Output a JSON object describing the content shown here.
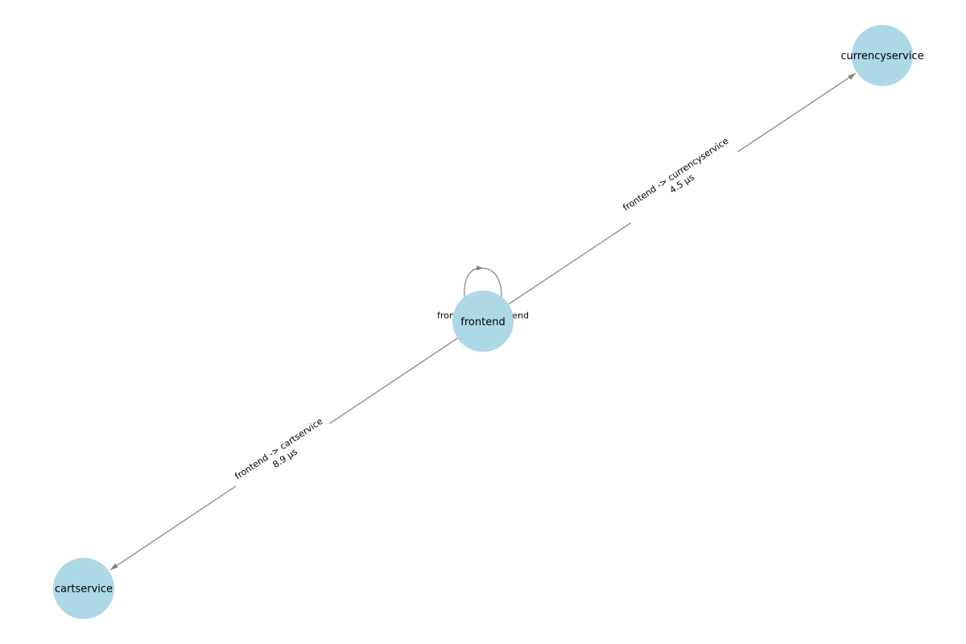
{
  "graph": {
    "colors": {
      "node_fill": "#add8e6",
      "edge": "#808080",
      "label": "#000000"
    },
    "nodes": [
      {
        "id": "currencyservice",
        "label": "currencyservice"
      },
      {
        "id": "frontend",
        "label": "frontend"
      },
      {
        "id": "cartservice",
        "label": "cartservice"
      }
    ],
    "edges": [
      {
        "id": "frontend-currencyservice",
        "source": "frontend",
        "target": "currencyservice",
        "label_line1": "frontend -> currencyservice",
        "label_line2": "4.5 µs"
      },
      {
        "id": "frontend-cartservice",
        "source": "frontend",
        "target": "cartservice",
        "label_line1": "frontend -> cartservice",
        "label_line2": "8.9 µs"
      },
      {
        "id": "frontend-frontend",
        "source": "frontend",
        "target": "frontend",
        "label_line1": "frontend -> frontend",
        "label_line2": ""
      }
    ]
  }
}
